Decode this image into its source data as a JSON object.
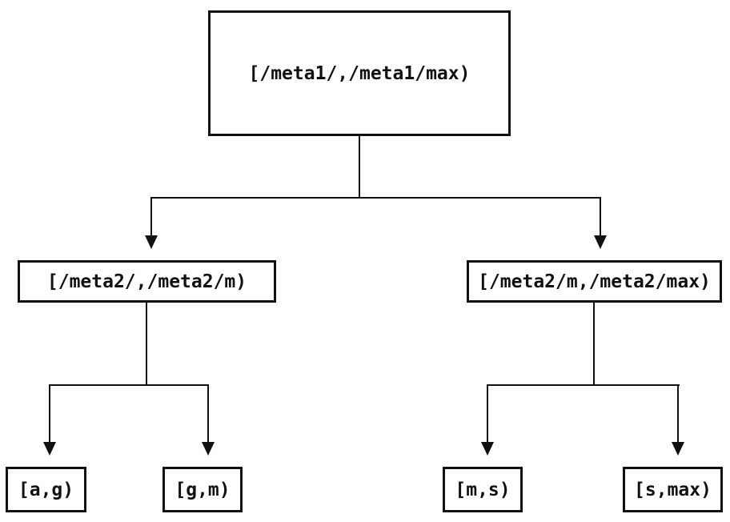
{
  "diagram": {
    "type": "tree",
    "colors": {
      "line": "#111111",
      "text": "#111111",
      "node_fill": "#ffffff",
      "background": "#ffffff"
    },
    "tree": {
      "root": {
        "label": "[/meta1/,/meta1/max)",
        "children": [
          {
            "label": "[/meta2/,/meta2/m)",
            "children": [
              {
                "label": "[a,g)"
              },
              {
                "label": "[g,m)"
              }
            ]
          },
          {
            "label": "[/meta2/m,/meta2/max)",
            "children": [
              {
                "label": "[m,s)"
              },
              {
                "label": "[s,max)"
              }
            ]
          }
        ]
      }
    }
  }
}
